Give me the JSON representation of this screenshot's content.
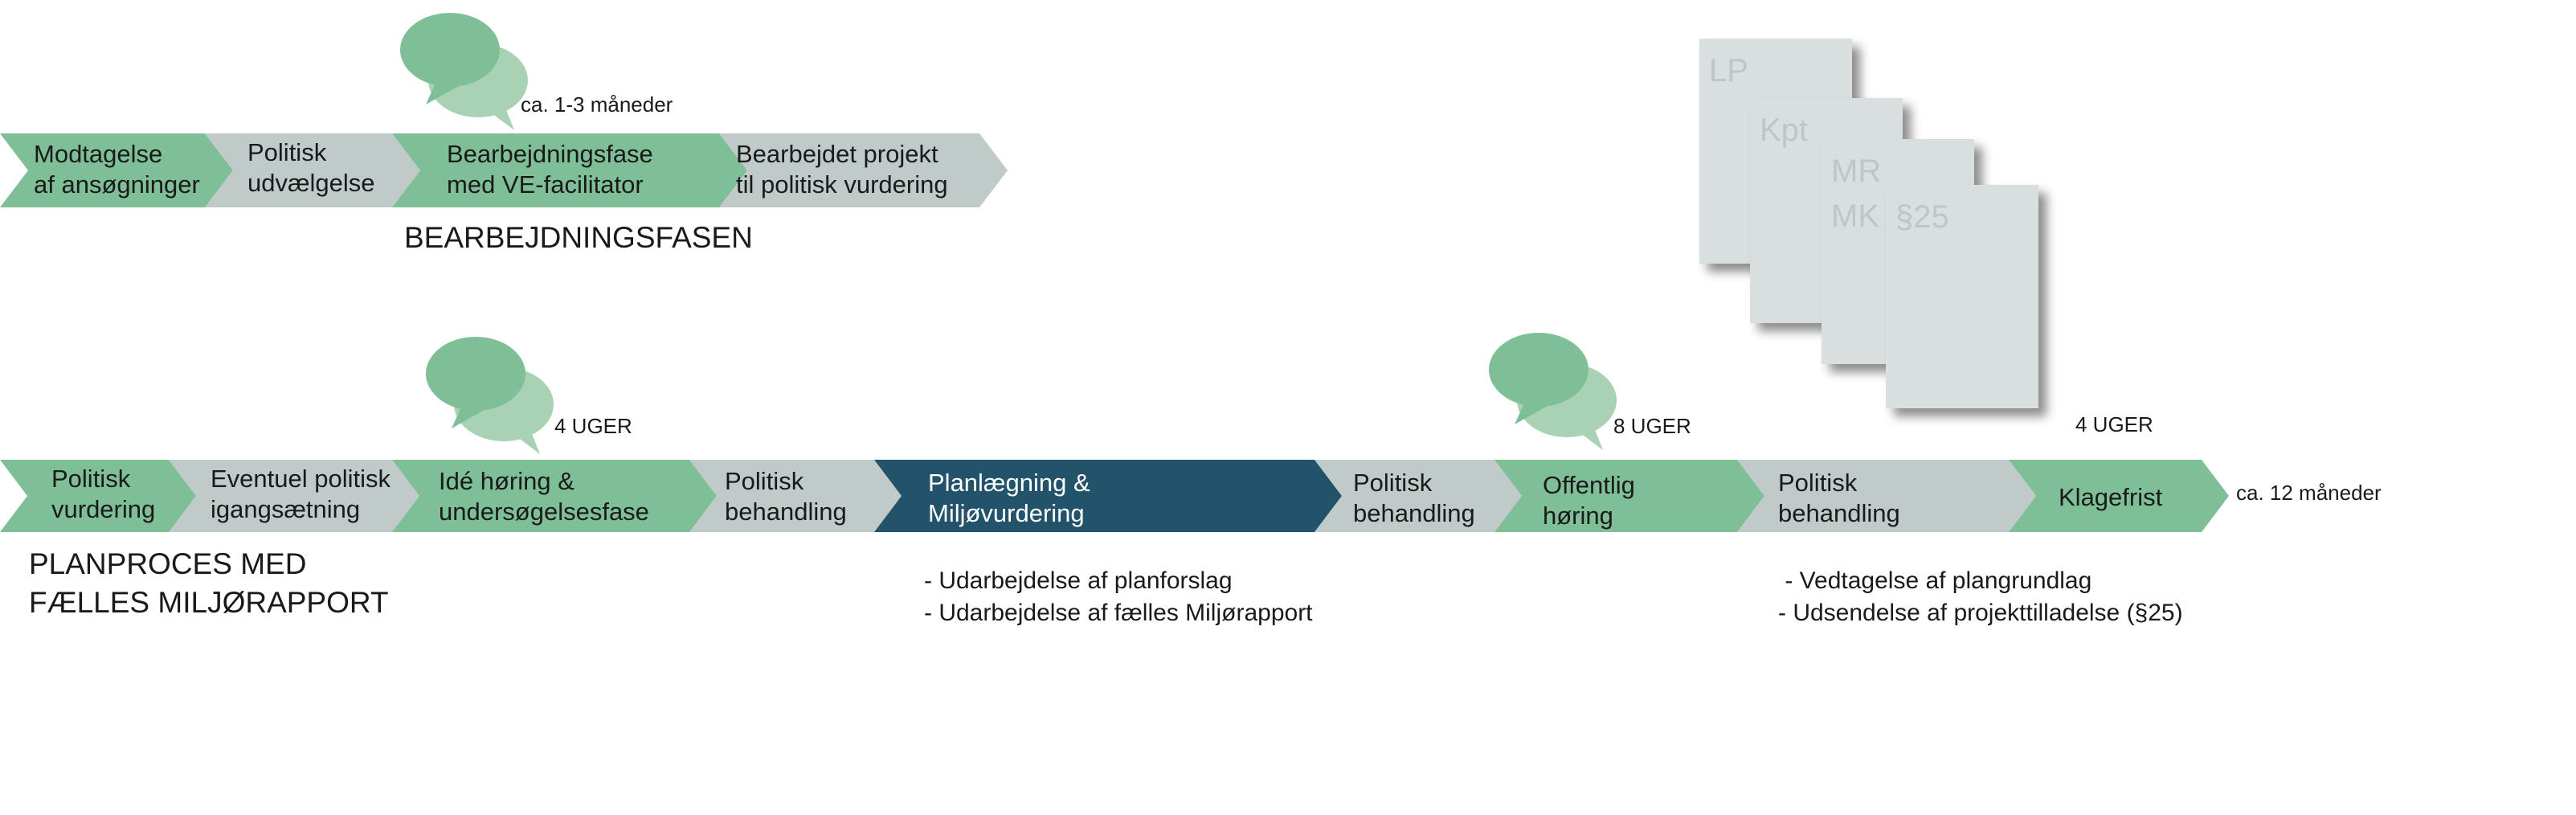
{
  "colors": {
    "green": "#7fbf97",
    "gray": "#bfcac9",
    "dark": "#22536a",
    "bubble_front": "#7fbf97",
    "bubble_back": "#a9d2b5",
    "paper": "#d9dfdf"
  },
  "top_row": {
    "steps": [
      {
        "label": "Modtagelse\naf ansøgninger",
        "color": "green"
      },
      {
        "label": "Politisk\nudvælgelse",
        "color": "gray"
      },
      {
        "label": "Bearbejdningsfase\nmed VE-facilitator",
        "color": "green"
      },
      {
        "label": "Bearbejdet projekt\ntil politisk vurdering",
        "color": "gray"
      }
    ],
    "duration": "ca. 1-3 måneder",
    "heading": "BEARBEJDNINGSFASEN",
    "bubble_icon": "speech-bubbles-icon"
  },
  "bottom_row": {
    "steps": [
      {
        "label": "Politisk\nvurdering",
        "color": "green"
      },
      {
        "label": "Eventuel politisk\nigangsætning",
        "color": "gray"
      },
      {
        "label": "Idé høring &\nundersøgelsesfase",
        "color": "green"
      },
      {
        "label": "Politisk\nbehandling",
        "color": "gray"
      },
      {
        "label": "Planlægning &\nMiljøvurdering",
        "color": "dark"
      },
      {
        "label": "Politisk\nbehandling",
        "color": "gray"
      },
      {
        "label": "Offentlig\nhøring",
        "color": "green"
      },
      {
        "label": "Politisk\nbehandling",
        "color": "gray"
      },
      {
        "label": "Klagefrist",
        "color": "green"
      }
    ],
    "durations": {
      "ide_hoering": "4 UGER",
      "offentlig_hoering": "8 UGER",
      "klagefrist": "4 UGER"
    },
    "total_duration": "ca. 12 måneder",
    "heading": "PLANPROCES MED\nFÆLLES MILJØRAPPORT",
    "planning_notes": "- Udarbejdelse af planforslag\n- Udarbejdelse af fælles Miljørapport",
    "final_notes": " - Vedtagelse af plangrundlag\n- Udsendelse af projekttilladelse (§25)"
  },
  "documents": [
    {
      "label": "LP"
    },
    {
      "label": "Kpt"
    },
    {
      "label": "MR\nMK"
    },
    {
      "label": "§25"
    }
  ]
}
